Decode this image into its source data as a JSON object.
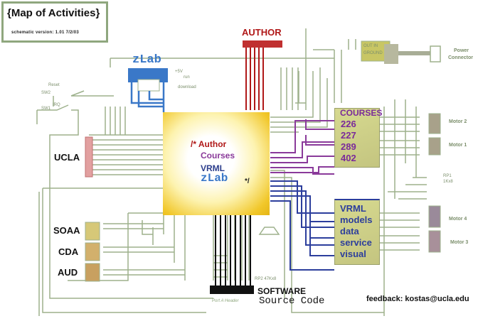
{
  "title": {
    "main": "{Map of Activities}",
    "version": "schematic version: 1.01 7/2/03"
  },
  "labels": {
    "author": "AUTHOR",
    "zlab": "zLab",
    "ucla": "UCLA",
    "soaa": "SOAA",
    "cda": "CDA",
    "aud": "AUD",
    "software": "SOFTWARE",
    "source_code": "Source Code",
    "port_header": "Port A Header",
    "feedback": "feedback: kostas@ucla.edu"
  },
  "main_chip": {
    "open_comment": "/* Author",
    "courses": "Courses",
    "vrml": "VRML",
    "zlab": "zLab",
    "close_comment": "*/"
  },
  "courses_chip": {
    "title": "COURSES",
    "items": [
      "226",
      "227",
      "289",
      "402"
    ]
  },
  "vrml_chip": {
    "items": [
      "VRML",
      "models",
      "data",
      "service",
      "visual"
    ]
  },
  "schematic_labels": {
    "reset": "Reset",
    "sw2": "SW2",
    "sw1": "SW1",
    "irq": "IRQ",
    "plus5v": "+5V",
    "run": "run",
    "download": "download",
    "regulator": "OUT   IN",
    "regulator_gnd": "GROUND",
    "power_connector_1": "Power",
    "power_connector_2": "Connector",
    "motor_1": "Motor 1",
    "motor_2": "Motor 2",
    "motor_3": "Motor 3",
    "motor_4": "Motor 4",
    "rp1": "RP1",
    "rp1_val": "1Kx8",
    "rp2": "RP2 47Kx8"
  },
  "colors": {
    "trace_green": "#8fa77e",
    "author_red": "#b01818",
    "zlab_blue": "#3a78c8",
    "courses_purple": "#7a2a9a",
    "vrml_blue": "#2c3e9c",
    "chip_yellow": "#f1c72a",
    "chip_olive": "#cfd188"
  }
}
